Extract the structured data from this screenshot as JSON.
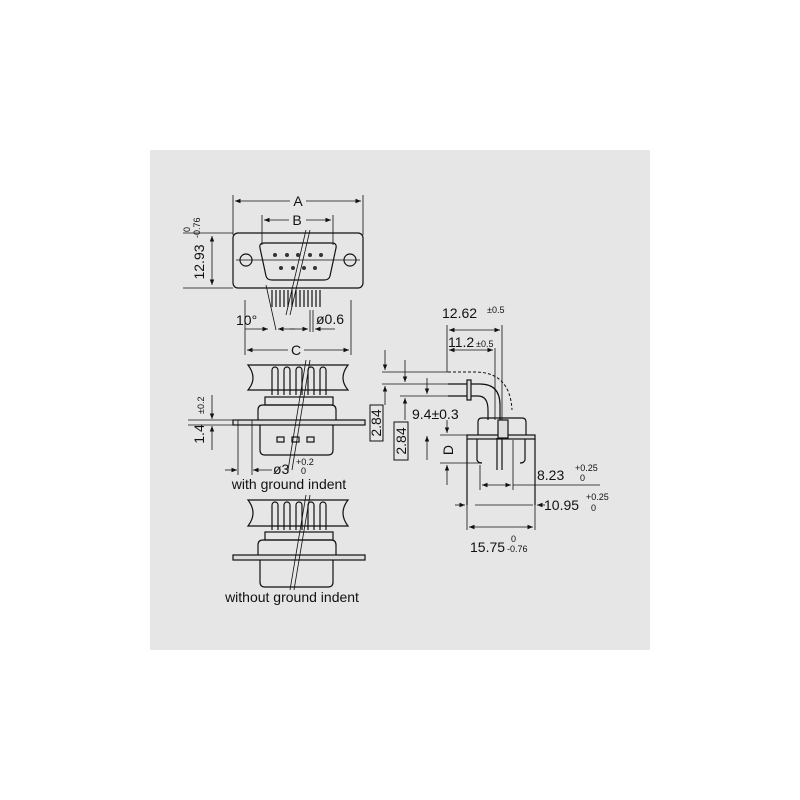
{
  "drawing": {
    "background_color": "#e6e6e6",
    "top_view": {
      "dim_a": "A",
      "dim_b": "B",
      "dim_c": "C",
      "height": "12.93",
      "height_tol_upper": "0",
      "height_tol_lower": "-0.76",
      "angle": "10°",
      "pin_diameter": "ø0.6"
    },
    "side_view_ground": {
      "flange": "1.4",
      "flange_tol": "±0.2",
      "hole": "ø3",
      "hole_tol_upper": "+0.2",
      "hole_tol_lower": "0",
      "caption": "with ground indent"
    },
    "side_view_no_ground": {
      "caption": "without ground indent"
    },
    "right_angle_view": {
      "dim_1262": "12.62",
      "dim_1262_tol": "±0.5",
      "dim_112": "11.2",
      "dim_112_tol": "±0.5",
      "pitch_1": "2.84",
      "pitch_2": "2.84",
      "dim_94": "9.4±0.3",
      "dim_d": "D",
      "dim_823": "8.23",
      "dim_823_tol_upper": "+0.25",
      "dim_823_tol_lower": "0",
      "dim_1095": "10.95",
      "dim_1095_tol_upper": "+0.25",
      "dim_1095_tol_lower": "0",
      "dim_1575": "15.75",
      "dim_1575_tol_upper": "0",
      "dim_1575_tol_lower": "-0.76"
    }
  }
}
